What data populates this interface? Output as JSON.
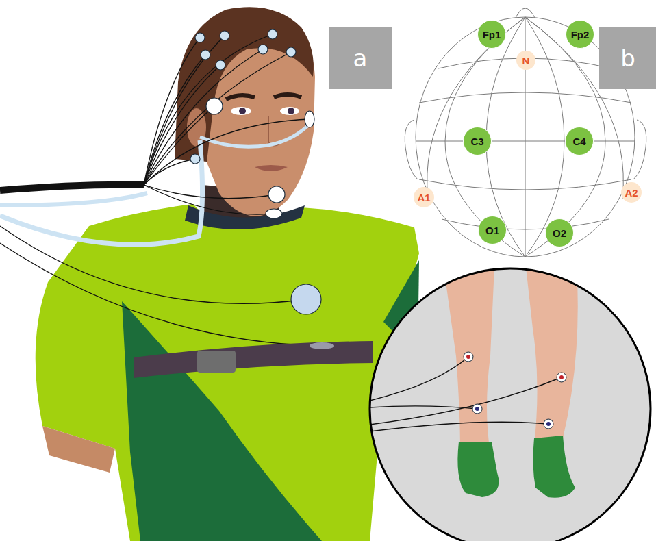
{
  "diagram": {
    "nodes": [
      {
        "text": [
          "Fp1"
        ]
      },
      {
        "text": [
          "Fp2"
        ]
      },
      {
        "text": [
          "a"
        ]
      },
      {
        "text": [
          "N"
        ]
      },
      {
        "text": [
          "b"
        ]
      },
      {
        "text": [
          "C3"
        ]
      },
      {
        "text": [
          "C4"
        ]
      },
      {
        "text": [
          "A1"
        ]
      },
      {
        "text": [
          "A2"
        ]
      },
      {
        "text": [
          "O1"
        ]
      },
      {
        "text": [
          "O2"
        ]
      }
    ]
  }
}
